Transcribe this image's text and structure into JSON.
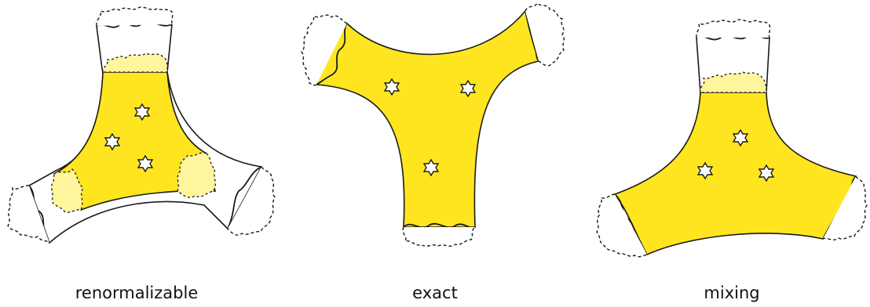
{
  "captions": [
    "renormalizable",
    "exact",
    "mixing"
  ],
  "colors": {
    "fill": "#FFE51F",
    "light_fill": "#FFF59D",
    "stroke": "#1a1a1a",
    "background": "#ffffff"
  }
}
